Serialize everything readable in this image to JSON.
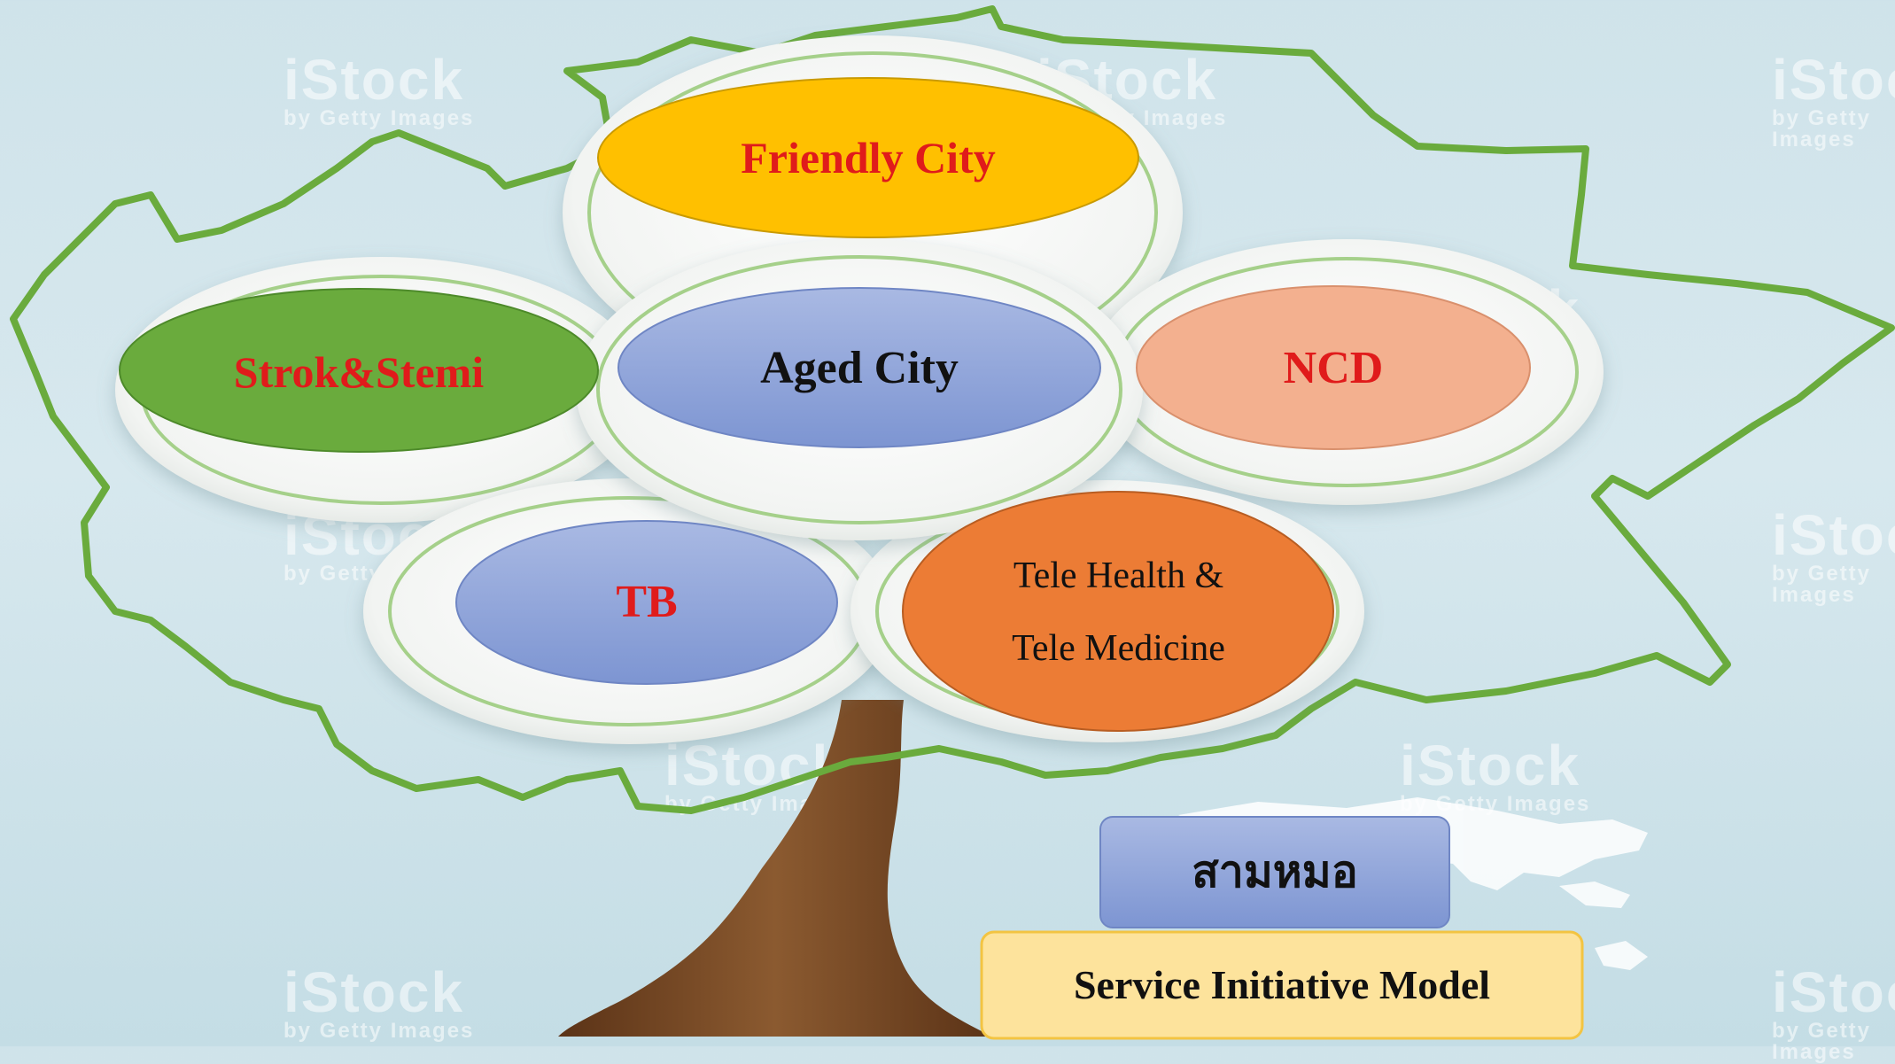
{
  "diagram": {
    "tree_branches": [
      {
        "text": "Friendly City",
        "color": "#e01b1b",
        "fill": "#ffc000"
      },
      {
        "text": "Strok&Stemi",
        "color": "#e01b1b",
        "fill": "#6aab3d"
      },
      {
        "text": "Aged City",
        "color": "#111111",
        "fill": "#8fa5da"
      },
      {
        "text": "NCD",
        "color": "#e01b1b",
        "fill": "#f3b08f"
      },
      {
        "text": "TB",
        "color": "#e01b1b",
        "fill": "#8fa5da"
      },
      {
        "text_line1": "Tele Health &",
        "text_line2": "Tele Medicine",
        "color": "#111111",
        "fill": "#ec7c35"
      }
    ],
    "thai_label": "สามหมอ",
    "model_label": "Service Initiative Model"
  },
  "watermark": {
    "brand": "iStock",
    "tagline": "by Getty Images"
  },
  "colors": {
    "outline_green": "#6aab3d",
    "trunk_brown": "#7a4a26",
    "thai_box_fill": "#8fa5da",
    "model_box_fill": "#fde39c"
  }
}
